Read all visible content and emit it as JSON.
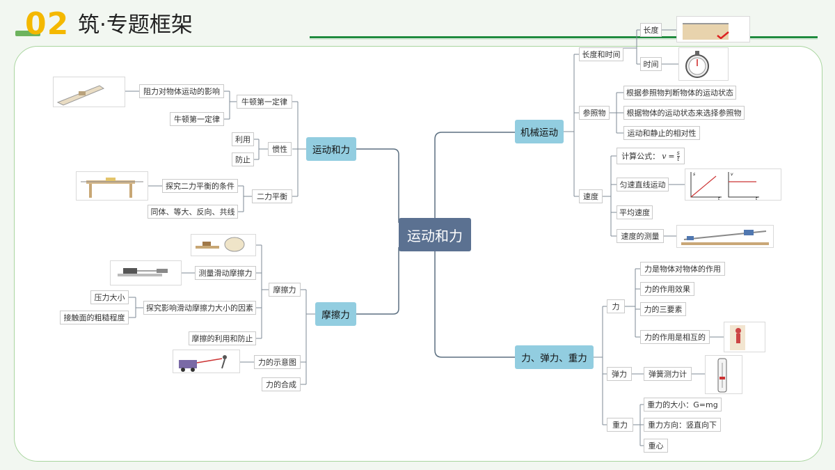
{
  "header": {
    "number": "02",
    "title": "筑·专题框架"
  },
  "center": "运动和力",
  "branches": {
    "mech": {
      "label": "机械运动",
      "length_time": "长度和时间",
      "length": "长度",
      "time": "时间",
      "reference": "参照物",
      "ref_items": [
        "根据参照物判断物体的运动状态",
        "根据物体的运动状态来选择参照物",
        "运动和静止的相对性"
      ],
      "speed": "速度",
      "formula_label": "计算公式：",
      "formula_v": "v",
      "formula_eq": "=",
      "formula_num": "s",
      "formula_den": "t",
      "uniform": "匀速直线运动",
      "average": "平均速度",
      "measure": "速度的测量",
      "graph_labels": {
        "s": "s",
        "v": "v",
        "t": "t"
      }
    },
    "force3": {
      "label": "力、弹力、重力",
      "force": "力",
      "force_items": [
        "力是物体对物体的作用",
        "力的作用效果",
        "力的三要素",
        "力的作用是相互的"
      ],
      "elastic": "弹力",
      "spring_scale": "弹簧测力计",
      "gravity": "重力",
      "gravity_items": [
        "重力的大小：G=mg",
        "重力方向：竖直向下",
        "重心"
      ]
    },
    "motion": {
      "label": "运动和力",
      "newton": "牛顿第一定律",
      "newton_items": [
        "阻力对物体运动的影响",
        "牛顿第一定律"
      ],
      "inertia": "惯性",
      "inertia_items": [
        "利用",
        "防止"
      ],
      "balance": "二力平衡",
      "balance_items": [
        "探究二力平衡的条件",
        "同体、等大、反向、共线"
      ]
    },
    "friction": {
      "label": "摩擦力",
      "friction": "摩擦力",
      "measure": "测量滑动摩擦力",
      "factors": "探究影响滑动摩擦力大小的因素",
      "factor_items": [
        "压力大小",
        "接触面的粗糙程度"
      ],
      "use": "摩擦的利用和防止",
      "diagram": "力的示意图",
      "compose": "力的合成"
    }
  },
  "colors": {
    "accent": "#f4b800",
    "green": "#1f8b3e",
    "main_node": "#92cde0",
    "center_node": "#5b7191",
    "link": "#5b6f80"
  }
}
